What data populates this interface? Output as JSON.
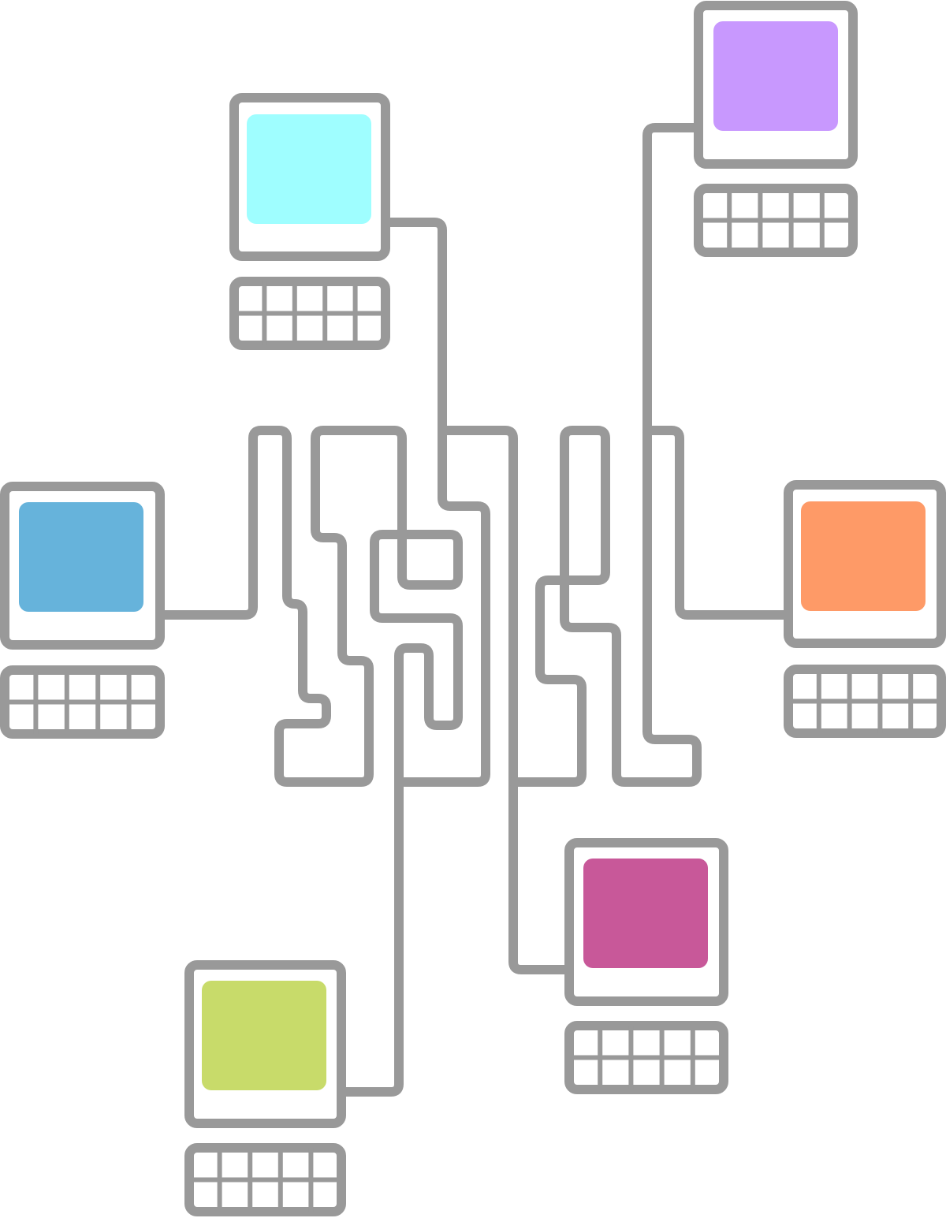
{
  "colors": {
    "background": "#ffffff",
    "outline": "#999999"
  },
  "computers": [
    {
      "id": "cyan-computer",
      "screen_color": "#9ffeff"
    },
    {
      "id": "purple-computer",
      "screen_color": "#c898fe"
    },
    {
      "id": "blue-computer",
      "screen_color": "#66b3db"
    },
    {
      "id": "orange-computer",
      "screen_color": "#fe9a67"
    },
    {
      "id": "magenta-computer",
      "screen_color": "#c85899"
    },
    {
      "id": "green-computer",
      "screen_color": "#c8db6a"
    }
  ]
}
